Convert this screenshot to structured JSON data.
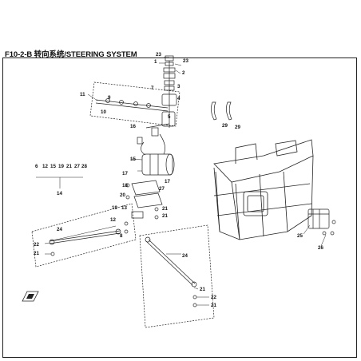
{
  "header": {
    "title": "F10-2-B 转向系统/STEERING SYSTEM"
  },
  "parts_group": {
    "numbers": [
      "6",
      "12",
      "15",
      "19",
      "21",
      "27",
      "28"
    ],
    "group_label": "14"
  },
  "callouts": {
    "c23a": "23",
    "c1": "1",
    "c23b": "23",
    "c2": "2",
    "c11": "11",
    "c9": "9",
    "c10": "10",
    "c3": "3",
    "c4": "4",
    "c7": "7",
    "c5": "5",
    "c16": "16",
    "c15": "15",
    "c17a": "17",
    "c17b": "17",
    "c18": "18",
    "c27": "27",
    "c20": "20",
    "c12": "12",
    "c19": "19",
    "c13": "13",
    "c21a": "21",
    "c21b": "21",
    "c8": "8",
    "c24a": "24",
    "c24b": "24",
    "c22a": "22",
    "c21c": "21",
    "c21d": "21",
    "c21e": "21",
    "c22b": "22",
    "c29a": "29",
    "c29b": "29",
    "c25": "25",
    "c26": "26"
  },
  "colors": {
    "line": "#222222",
    "background": "#ffffff"
  }
}
